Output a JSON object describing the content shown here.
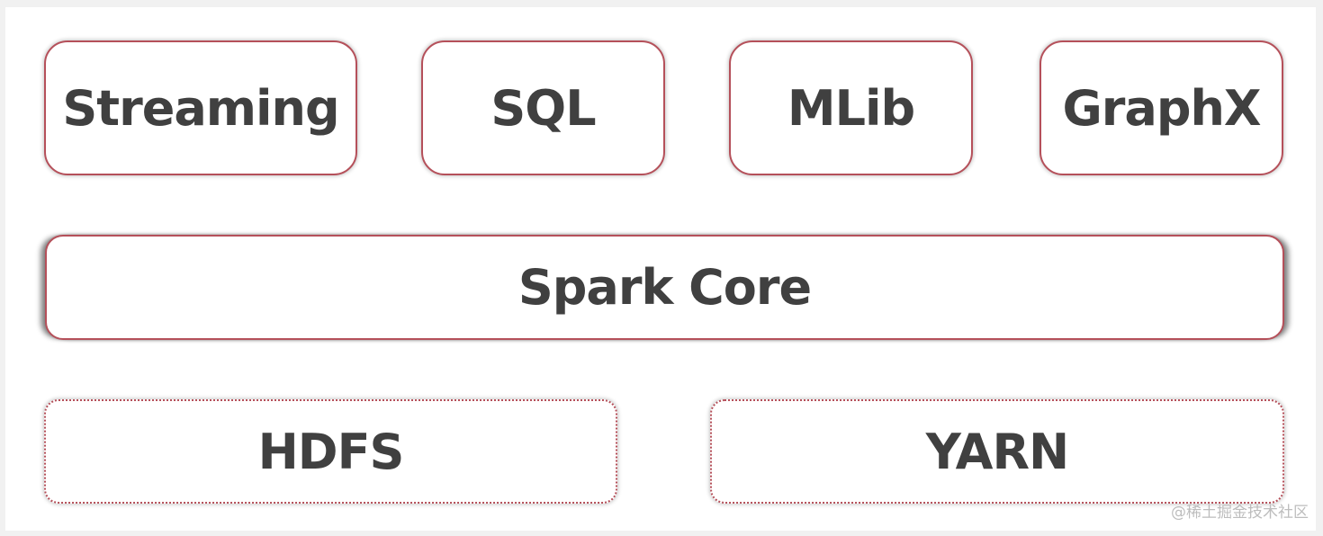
{
  "top_layer": {
    "streaming": "Streaming",
    "sql": "SQL",
    "mlib": "MLib",
    "graphx": "GraphX"
  },
  "core_layer": {
    "spark_core": "Spark Core"
  },
  "bottom_layer": {
    "hdfs": "HDFS",
    "yarn": "YARN"
  },
  "watermark": "@稀土掘金技术社区",
  "colors": {
    "border": "#b5505a",
    "text": "#404040",
    "background": "#ffffff",
    "watermark": "#bdbdbd"
  }
}
